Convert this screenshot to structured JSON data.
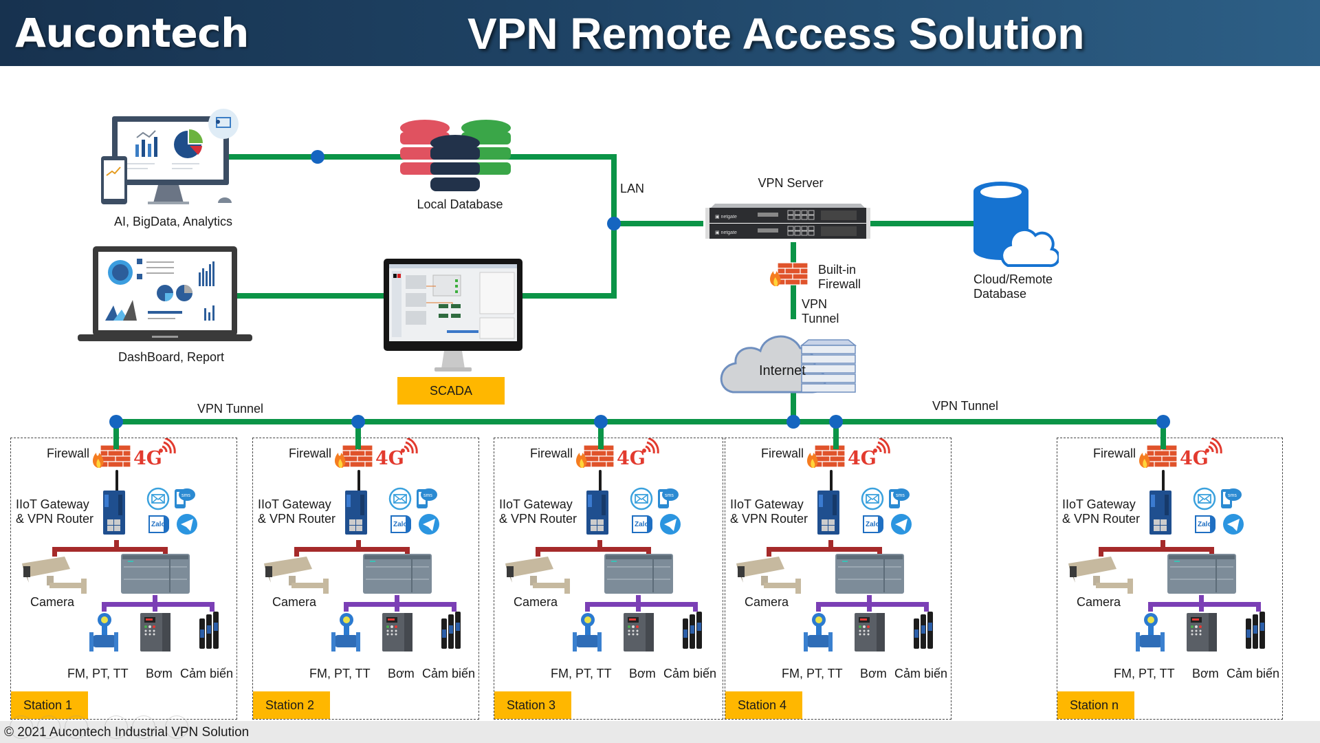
{
  "header": {
    "brand": "Aucontech",
    "title": "VPN Remote Access Solution"
  },
  "colors": {
    "header_dark": "#17324f",
    "header_light": "#2d5f86",
    "network_line": "#0b9447",
    "node": "#1565c0",
    "label_box": "#ffb700",
    "plc_link": "#a52a2a",
    "field_link": "#7b3fb5",
    "firewall": "#e0532b"
  },
  "central": {
    "ai_label": "AI, BigData, Analytics",
    "local_db_label": "Local Database",
    "dashboard_label": "DashBoard, Report",
    "scada_label": "SCADA",
    "lan_label": "LAN",
    "vpn_server_label": "VPN Server",
    "vpn_server_brand": "netgate",
    "builtin_firewall_line1": "Built-in",
    "builtin_firewall_line2": "Firewall",
    "vpn_tunnel_line1": "VPN",
    "vpn_tunnel_line2": "Tunnel",
    "cloud_db_line1": "Cloud/Remote",
    "cloud_db_line2": "Database",
    "internet_label": "Internet"
  },
  "bus": {
    "left_label": "VPN Tunnel",
    "right_label": "VPN Tunnel"
  },
  "station_common": {
    "firewall_label": "Firewall",
    "cellular_label": "4G",
    "gateway_line1": "IIoT Gateway",
    "gateway_line2": "& VPN Router",
    "camera_label": "Camera",
    "instruments_label": "FM, PT, TT",
    "pump_label": "Bơm",
    "sensor_label": "Cảm biến",
    "notify_sms": "sms",
    "notify_zalo": "Zalo"
  },
  "stations": [
    {
      "name": "Station 1"
    },
    {
      "name": "Station 2"
    },
    {
      "name": "Station 3"
    },
    {
      "name": "Station 4"
    },
    {
      "name": "Station n"
    }
  ],
  "footer": {
    "copyright": "© 2021 Aucontech Industrial VPN Solution"
  }
}
